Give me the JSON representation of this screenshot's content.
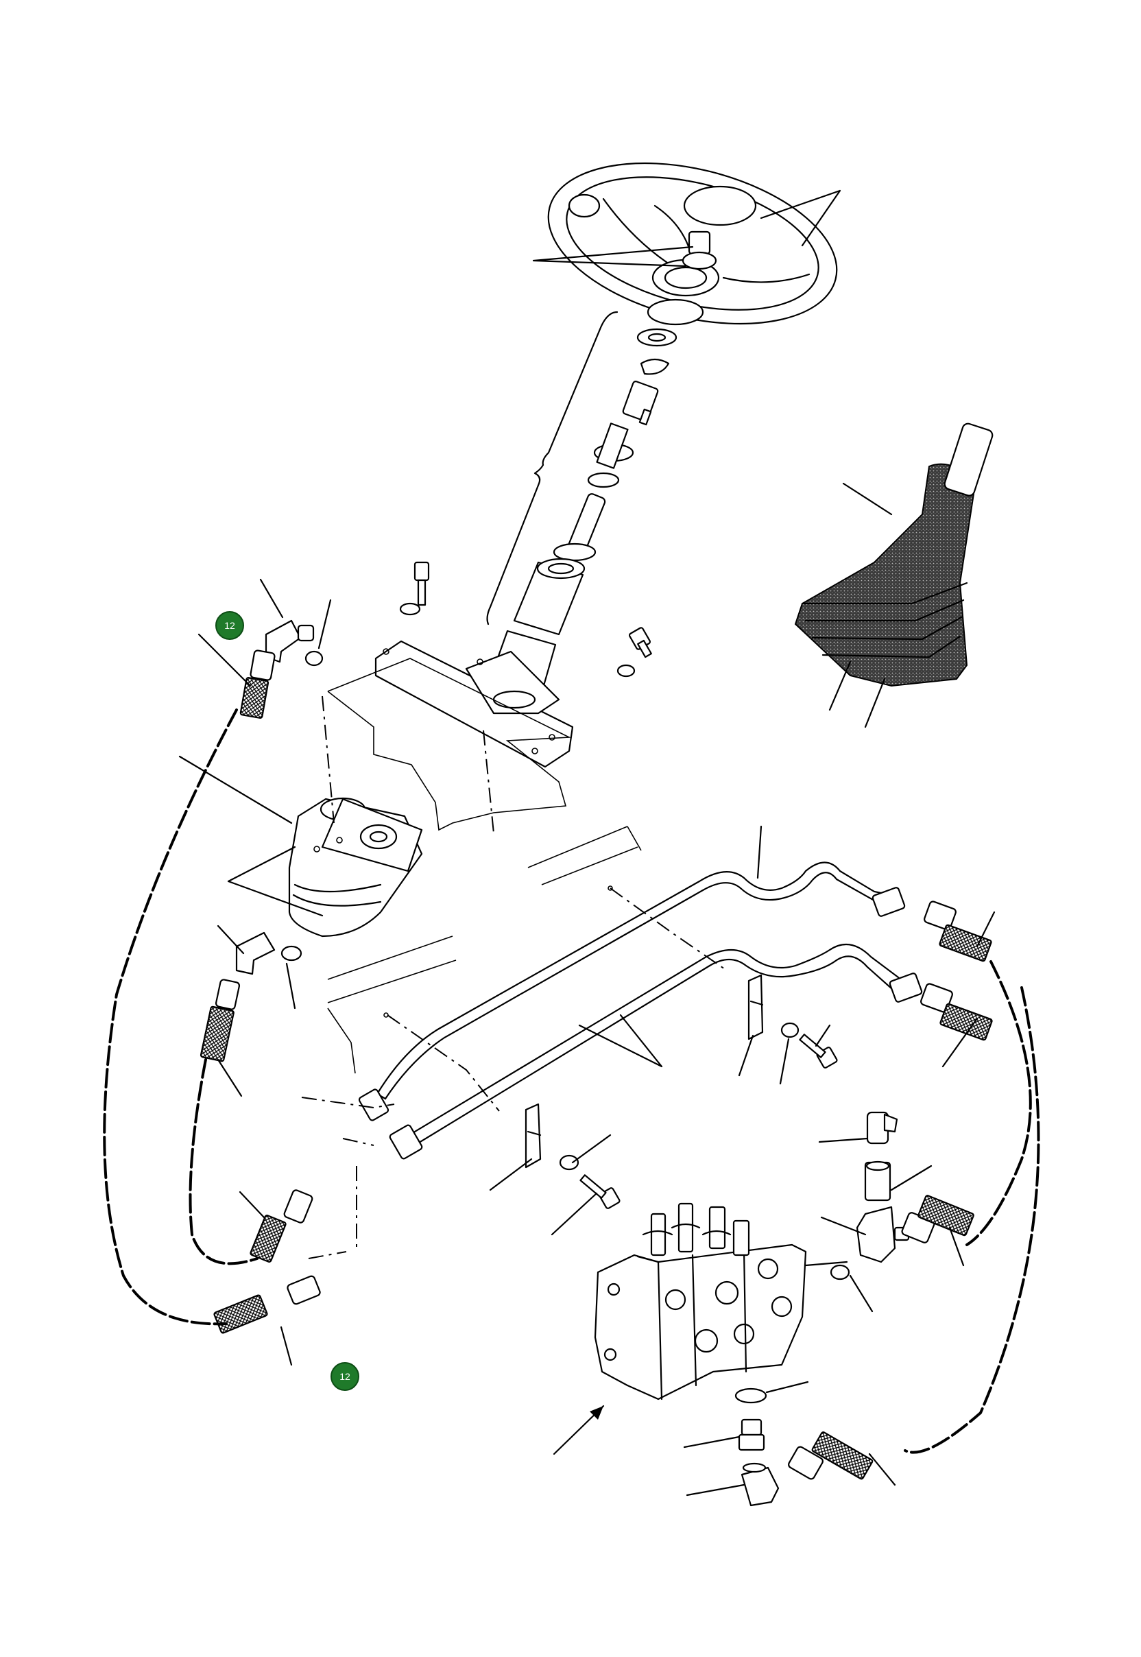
{
  "header": {
    "left_code": "",
    "right_code": ""
  },
  "callouts": [
    {
      "id": "callout-badge-upper",
      "label": "12",
      "color": "#1f7a2a"
    },
    {
      "id": "callout-badge-lower",
      "label": "12",
      "color": "#1f7a2a"
    }
  ]
}
